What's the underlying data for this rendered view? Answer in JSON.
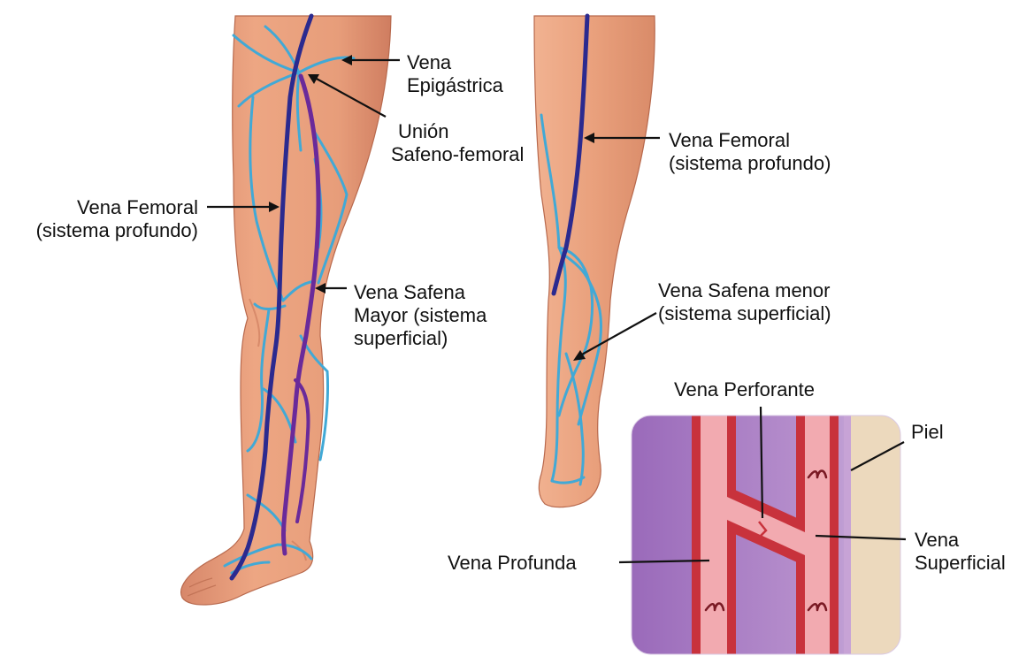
{
  "labels": {
    "epigastrica": {
      "line1": "Vena",
      "line2": "Epigástrica"
    },
    "union": {
      "line1": "Unión",
      "line2": "Safeno-femoral"
    },
    "femoral_left": {
      "line1": "Vena Femoral",
      "line2": "(sistema profundo)"
    },
    "safena_mayor": {
      "line1": "Vena Safena",
      "line2": "Mayor (sistema",
      "line3": "superficial)"
    },
    "femoral_right": {
      "line1": "Vena Femoral",
      "line2": "(sistema profundo)"
    },
    "safena_menor": {
      "line1": "Vena Safena menor",
      "line2": "(sistema superficial)"
    },
    "perforante": {
      "line1": "Vena Perforante"
    },
    "piel": {
      "line1": "Piel"
    },
    "profunda": {
      "line1": "Vena Profunda"
    },
    "superficial": {
      "line1": "Vena",
      "line2": "Superficial"
    }
  },
  "colors": {
    "skin": "#e9a07c",
    "skin_shade": "#c9785a",
    "deep_vein": "#2b2a8f",
    "great_saphenous": "#6a2a9a",
    "superficial_vein": "#41a9d6",
    "inset_tissue": "#a679c0",
    "inset_skin": "#ecd9bd",
    "vessel_wall": "#c8323c",
    "vessel_lumen": "#f2aab0",
    "pointer": "#111111"
  }
}
